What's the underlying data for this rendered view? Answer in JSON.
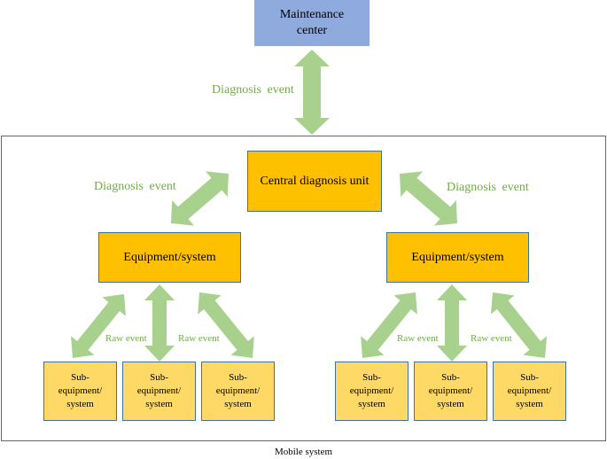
{
  "maintenance_center": {
    "line1": "Maintenance",
    "line2": "center"
  },
  "central_unit": "Central diagnosis unit",
  "equipment_left": "Equipment/system",
  "equipment_right": "Equipment/system",
  "sub_equipment": {
    "line1": "Sub-",
    "line2": "equipment/",
    "line3": "system"
  },
  "labels": {
    "diagnosis_event": "Diagnosis  event",
    "raw_event": "Raw event"
  },
  "mobile_system_caption": "Mobile system",
  "colors": {
    "maintenance_fill": "#8faadc",
    "unit_fill": "#ffc000",
    "sub_fill": "#ffd966",
    "arrow": "#a9d18e",
    "label": "#70ad47",
    "border": "#41719c"
  }
}
